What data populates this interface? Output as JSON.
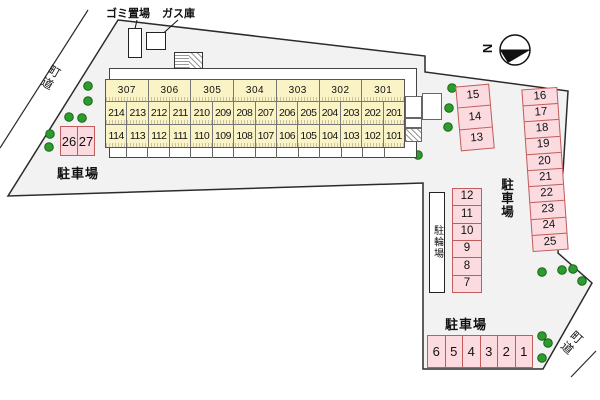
{
  "compass": {
    "north": "N"
  },
  "roads": {
    "left": "町道",
    "bottom_right": "町道"
  },
  "labels": {
    "garbage": "ゴミ置場",
    "gas": "ガス庫",
    "parking_left": "駐車場",
    "parking_right": "駐車場",
    "parking_bottom": "駐車場",
    "bicycle": "駐輪場"
  },
  "building": {
    "floor3": [
      "307",
      "306",
      "305",
      "304",
      "303",
      "302",
      "301"
    ],
    "floor2": [
      "214",
      "213",
      "212",
      "211",
      "210",
      "209",
      "208",
      "207",
      "206",
      "205",
      "204",
      "203",
      "202",
      "201"
    ],
    "floor1": [
      "114",
      "113",
      "112",
      "111",
      "110",
      "109",
      "108",
      "107",
      "106",
      "105",
      "104",
      "103",
      "102",
      "101"
    ]
  },
  "parking": {
    "s26_27": [
      "26",
      "27"
    ],
    "s13_15": [
      "15",
      "14",
      "13"
    ],
    "s16_25": [
      "16",
      "17",
      "18",
      "19",
      "20",
      "21",
      "22",
      "23",
      "24",
      "25"
    ],
    "s7_12": [
      "12",
      "11",
      "10",
      "9",
      "8",
      "7"
    ],
    "s1_6": [
      "6",
      "5",
      "4",
      "3",
      "2",
      "1"
    ]
  },
  "colors": {
    "site_fill": "#F2F2F2",
    "site_border": "#2B2B2B",
    "building_fill": "#FAF3C5",
    "parking_fill": "#FBDBE0",
    "parking_border": "#C25B5B",
    "tree_green": "#2E9B2E"
  }
}
